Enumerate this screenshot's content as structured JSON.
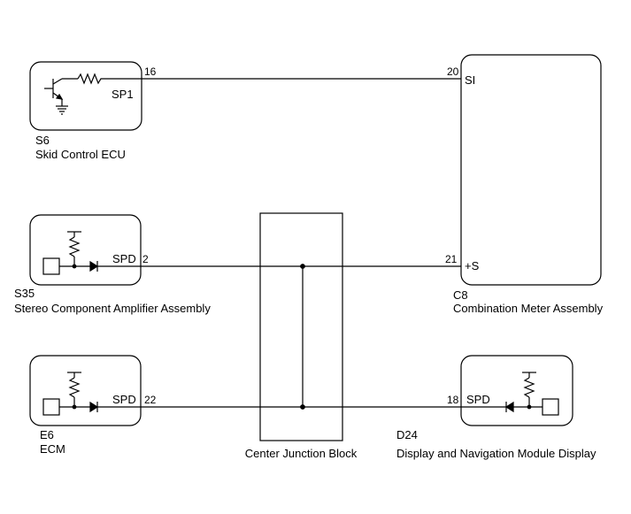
{
  "components": {
    "skid_control": {
      "code": "S6",
      "name": "Skid Control ECU",
      "terminal": "SP1",
      "pin": "16"
    },
    "combination_meter": {
      "code": "C8",
      "name": "Combination Meter Assembly",
      "terminal_si": "SI",
      "pin_si": "20",
      "terminal_s": "+S",
      "pin_s": "21"
    },
    "stereo_amp": {
      "code": "S35",
      "name": "Stereo Component Amplifier Assembly",
      "terminal": "SPD",
      "pin": "2"
    },
    "ecm": {
      "code": "E6",
      "name": "ECM",
      "terminal": "SPD",
      "pin": "22"
    },
    "junction_block": {
      "name": "Center Junction Block"
    },
    "nav_display": {
      "code": "D24",
      "name": "Display and Navigation Module Display",
      "terminal": "SPD",
      "pin": "18"
    }
  }
}
